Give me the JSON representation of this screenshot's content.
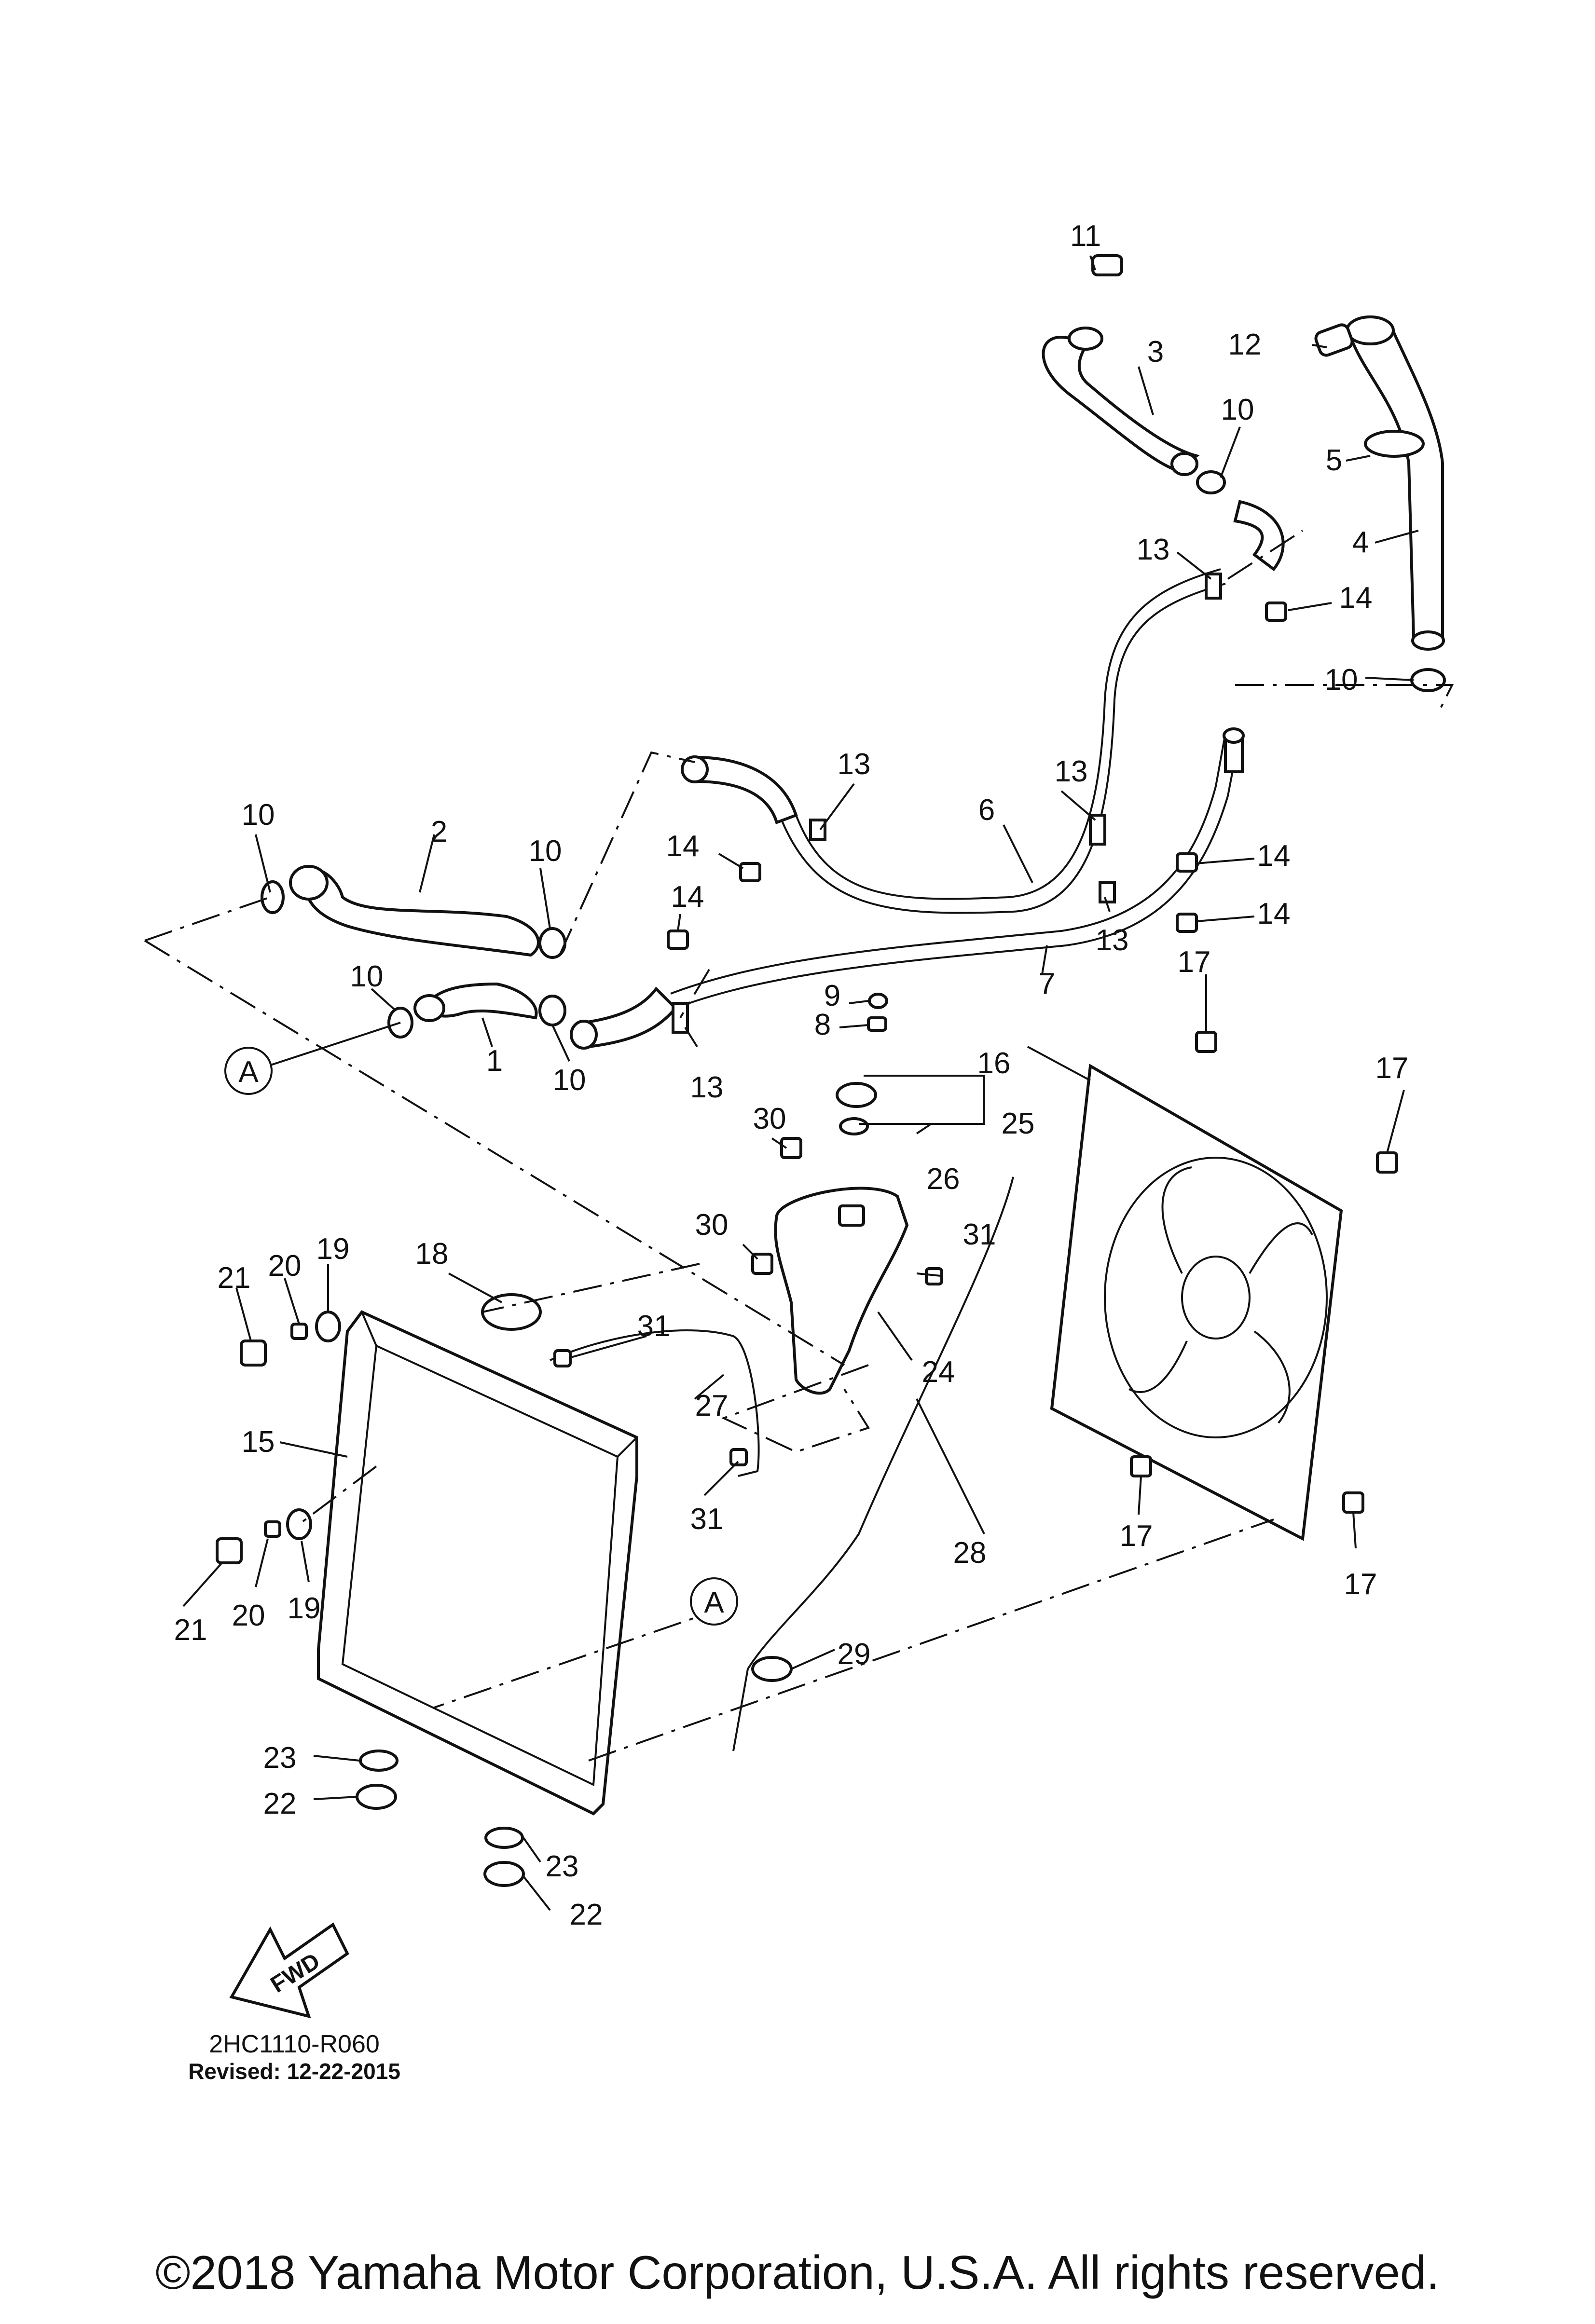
{
  "diagram": {
    "callouts": {
      "c1": "1",
      "c2": "2",
      "c3": "3",
      "c4": "4",
      "c5": "5",
      "c6": "6",
      "c7": "7",
      "c8": "8",
      "c9": "9",
      "c10a": "10",
      "c10b": "10",
      "c10c": "10",
      "c10d": "10",
      "c10e": "10",
      "c10f": "10",
      "c11": "11",
      "c12": "12",
      "c13a": "13",
      "c13b": "13",
      "c13c": "13",
      "c13d": "13",
      "c13e": "13",
      "c14a": "14",
      "c14b": "14",
      "c14c": "14",
      "c14d": "14",
      "c14e": "14",
      "c15": "15",
      "c16": "16",
      "c17a": "17",
      "c17b": "17",
      "c17c": "17",
      "c17d": "17",
      "c18": "18",
      "c19a": "19",
      "c19b": "19",
      "c20a": "20",
      "c20b": "20",
      "c21a": "21",
      "c21b": "21",
      "c22a": "22",
      "c22b": "22",
      "c23a": "23",
      "c23b": "23",
      "c24": "24",
      "c25": "25",
      "c26": "26",
      "c27": "27",
      "c28": "28",
      "c29": "29",
      "c30a": "30",
      "c30b": "30",
      "c31a": "31",
      "c31b": "31",
      "c31c": "31",
      "cAa": "A",
      "cAb": "A"
    },
    "fwd_label": "FWD",
    "diagram_code": "2HC1110-R060",
    "revised": "Revised: 12-22-2015",
    "copyright": "©2018 Yamaha Motor Corporation, U.S.A. All rights reserved."
  }
}
